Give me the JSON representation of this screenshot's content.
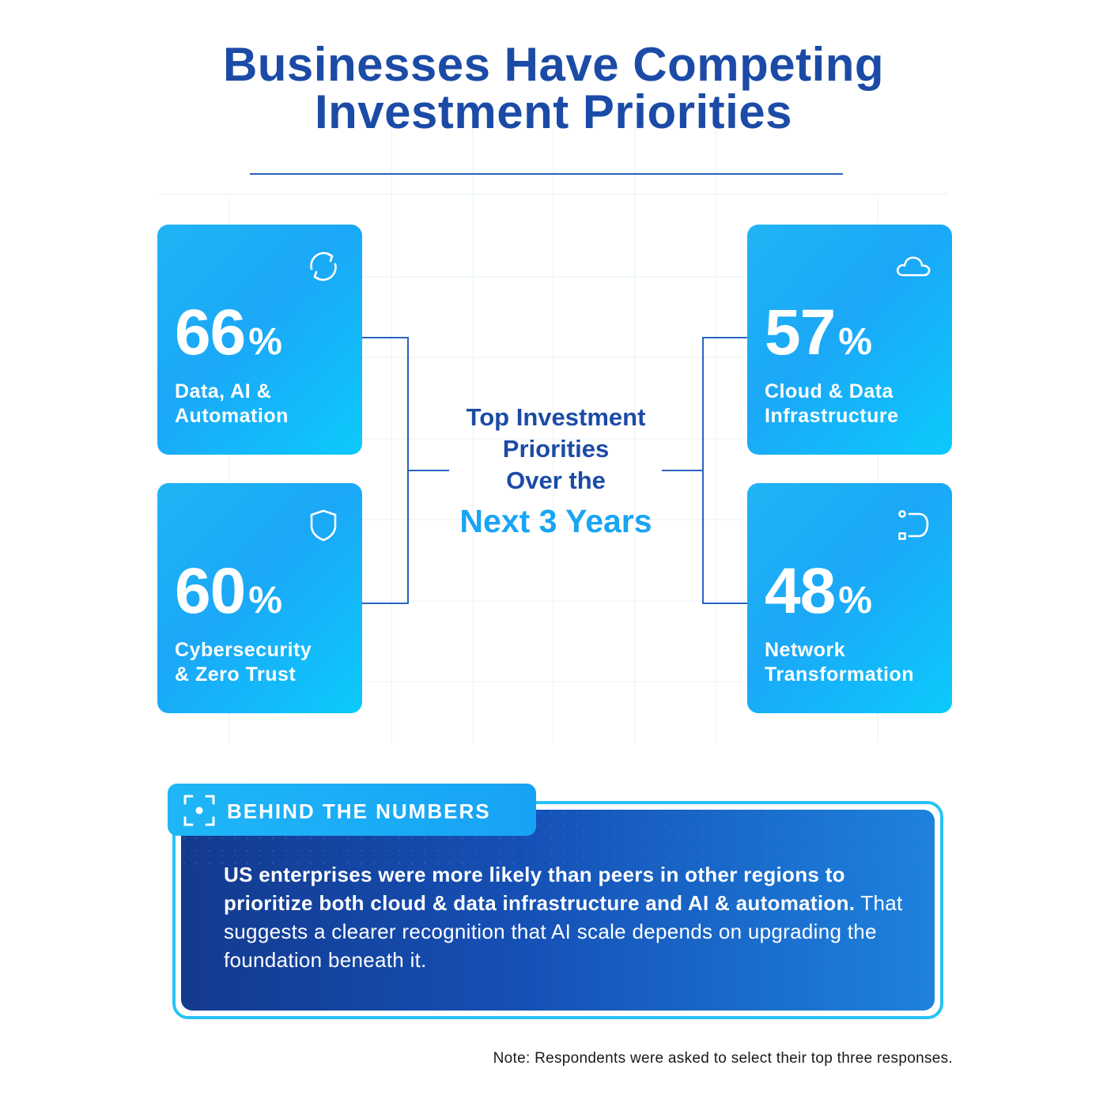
{
  "header": {
    "title_line1": "Businesses Have Competing",
    "title_line2": "Investment Priorities"
  },
  "center": {
    "line1": "Top Investment",
    "line2": "Priorities",
    "line3": "Over the",
    "highlight": "Next 3 Years"
  },
  "cards": [
    {
      "value": "66",
      "unit": "%",
      "label_line1": "Data, AI &",
      "label_line2": "Automation",
      "icon": "refresh-icon"
    },
    {
      "value": "60",
      "unit": "%",
      "label_line1": "Cybersecurity",
      "label_line2": "& Zero Trust",
      "icon": "shield-icon"
    },
    {
      "value": "57",
      "unit": "%",
      "label_line1": "Cloud & Data",
      "label_line2": "Infrastructure",
      "icon": "cloud-icon"
    },
    {
      "value": "48",
      "unit": "%",
      "label_line1": "Network",
      "label_line2": "Transformation",
      "icon": "network-route-icon"
    }
  ],
  "behind": {
    "label": "BEHIND THE NUMBERS",
    "icon": "focus-frame-icon",
    "strong_text": "US enterprises were more likely than peers in other regions to prioritize both cloud & data infrastructure and AI & automation.",
    "body_text": " That suggests a clearer recognition that AI scale depends on upgrading the foundation beneath it."
  },
  "note": "Note: Respondents were asked to select their top three responses.",
  "colors": {
    "title_blue": "#1b4ba6",
    "card_cyan": "#1ba8f7",
    "highlight_blue": "#1aa4f4",
    "panel_dark": "#143a8f"
  }
}
